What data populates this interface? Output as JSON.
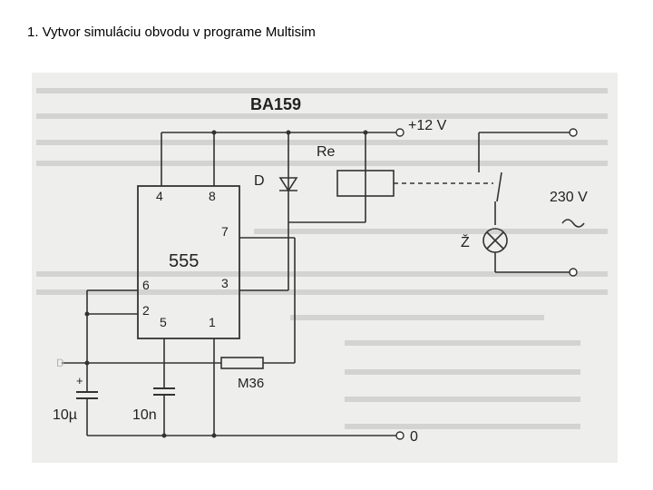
{
  "title": "1. Vytvor simuláciu obvodu v programe Multisim",
  "schematic": {
    "diode_part": "BA159",
    "supply_label": "+12 V",
    "ground_label": "0",
    "relay_label": "Re",
    "diode_label": "D",
    "ic_label": "555",
    "pins": {
      "p4": "4",
      "p8": "8",
      "p7": "7",
      "p6": "6",
      "p3": "3",
      "p2": "2",
      "p5": "5",
      "p1": "1"
    },
    "resistor_label": "M36",
    "cap1_label": "10µ",
    "cap1_polarity": "+",
    "cap2_label": "10n",
    "mains_label": "230 V",
    "lamp_label": "Ž",
    "node_label": "D"
  }
}
